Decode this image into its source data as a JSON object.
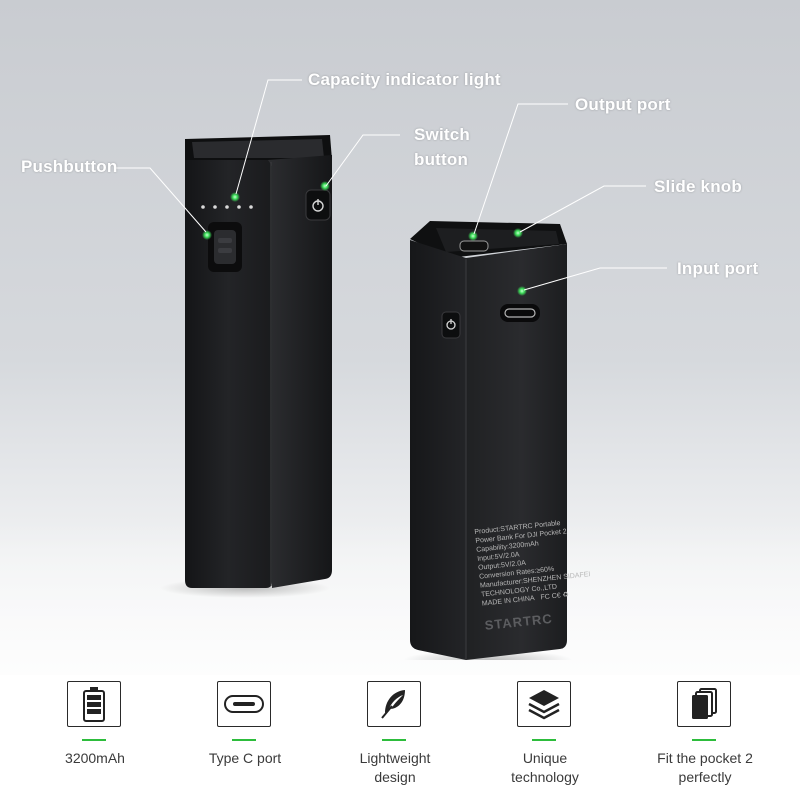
{
  "callouts": {
    "capacity_light": "Capacity indicator light",
    "switch_button_line1": "Switch",
    "switch_button_line2": "button",
    "pushbutton": "Pushbutton",
    "output_port": "Output port",
    "slide_knob": "Slide knob",
    "input_port": "Input port"
  },
  "label_plate": {
    "lines": [
      "Product:STARTRC Portable",
      "Power Bank For DJI Pocket 2",
      "Capability:3200mAh",
      "Input:5V/2.0A",
      "Output:5V/2.0A",
      "Conversion Rates:≥60%",
      "Manufacturer:SHENZHEN SIDAFEI",
      "TECHNOLOGY Co.,LTD",
      "MADE IN CHINA"
    ],
    "brand": "STARTRC"
  },
  "features": [
    {
      "label_line1": "3200mAh",
      "label_line2": "",
      "icon": "battery-icon"
    },
    {
      "label_line1": "Type C port",
      "label_line2": "",
      "icon": "usb-c-port-icon"
    },
    {
      "label_line1": "Lightweight",
      "label_line2": "design",
      "icon": "feather-icon"
    },
    {
      "label_line1": "Unique",
      "label_line2": "technology",
      "icon": "layers-icon"
    },
    {
      "label_line1": "Fit the pocket 2",
      "label_line2": "perfectly",
      "icon": "cards-icon"
    }
  ],
  "colors": {
    "accent_green": "#2dbd3c",
    "device_body": "#1b1c1e",
    "led_green": "#3de05a",
    "callout_text": "#ffffff"
  }
}
